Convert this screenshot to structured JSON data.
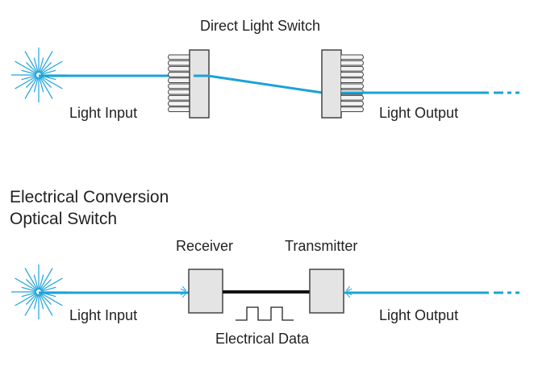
{
  "colors": {
    "beam": "#1aa3d9",
    "box_fill": "#e4e4e4",
    "box_stroke": "#444444",
    "wire": "#111111",
    "starburst": "#1aa3d9"
  },
  "direct": {
    "title": "Direct Light Switch",
    "input_label": "Light Input",
    "output_label": "Light Output"
  },
  "electrical": {
    "title_line1": "Electrical Conversion",
    "title_line2": "Optical Switch",
    "receiver_label": "Receiver",
    "transmitter_label": "Transmitter",
    "input_label": "Light Input",
    "output_label": "Light Output",
    "data_label": "Electrical Data"
  },
  "icons": [
    "starburst-icon",
    "collimator-icon",
    "square-wave-icon"
  ]
}
